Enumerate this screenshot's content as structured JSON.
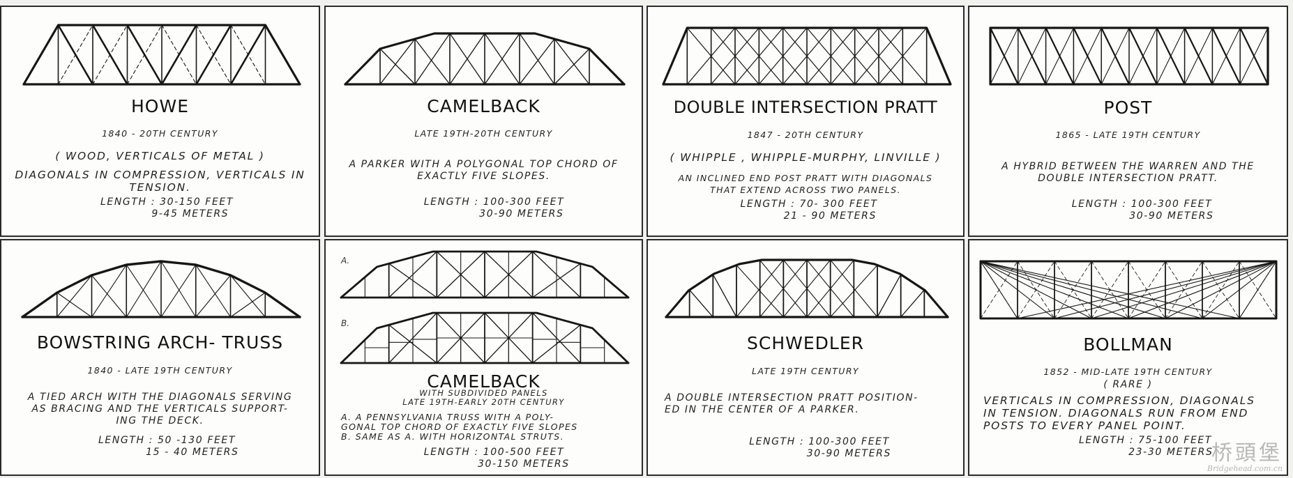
{
  "cards": {
    "howe": {
      "title": "HOWE",
      "date": "1840 - 20TH CENTURY",
      "note1": "( WOOD, VERTICALS OF METAL )",
      "desc": "DIAGONALS IN COMPRESSION, VERTICALS IN\nTENSION.",
      "length": "LENGTH : 30-150 FEET\n           9-45 METERS"
    },
    "camelback": {
      "title": "CAMELBACK",
      "date": "LATE 19TH-20TH CENTURY",
      "desc": "A PARKER WITH A POLYGONAL TOP CHORD OF\nEXACTLY FIVE SLOPES.",
      "length": "LENGTH : 100-300 FEET\n             30-90 METERS"
    },
    "dip": {
      "title": "DOUBLE INTERSECTION PRATT",
      "date": "1847 - 20TH CENTURY",
      "note1": "( WHIPPLE , WHIPPLE-MURPHY, LINVILLE )",
      "desc": "AN INCLINED END POST PRATT WITH DIAGONALS\nTHAT EXTEND ACROSS TWO PANELS.",
      "length": "LENGTH : 70- 300 FEET\n          21 - 90 METERS"
    },
    "post": {
      "title": "POST",
      "date": "1865 - LATE 19TH CENTURY",
      "desc": "A HYBRID BETWEEN THE WARREN AND THE\nDOUBLE INTERSECTION PRATT.",
      "length": "LENGTH : 100-300 FEET\n              30-90 METERS"
    },
    "bowstring": {
      "title": "BOWSTRING ARCH- TRUSS",
      "date": "1840 - LATE 19TH CENTURY",
      "desc": "A TIED ARCH WITH THE DIAGONALS SERVING\nAS BRACING AND THE VERTICALS SUPPORT-\nING THE DECK.",
      "length": "LENGTH : 50 -130 FEET\n            15 - 40 METERS"
    },
    "camelback2": {
      "label_a": "A.",
      "label_b": "B.",
      "title": "CAMELBACK",
      "sub": "WITH SUBDIVIDED PANELS\nLATE 19TH-EARLY 20TH CENTURY",
      "desc": "A. A PENNSYLVANIA TRUSS WITH A POLY-\n GONAL TOP CHORD OF EXACTLY FIVE SLOPES\nB. SAME AS A. WITH HORIZONTAL STRUTS.",
      "length": "LENGTH : 100-500 FEET\n              30-150 METERS"
    },
    "schwedler": {
      "title": "SCHWEDLER",
      "date": "LATE 19TH CENTURY",
      "desc": "A DOUBLE INTERSECTION PRATT POSITION-\nED IN THE CENTER OF A PARKER.",
      "length": "LENGTH : 100-300 FEET\n              30-90 METERS"
    },
    "bollman": {
      "title": "BOLLMAN",
      "date": "1852 - MID-LATE 19TH CENTURY",
      "note1": "( RARE )",
      "desc": "VERTICALS IN COMPRESSION, DIAGONALS\nIN TENSION. DIAGONALS RUN FROM END\nPOSTS TO EVERY PANEL POINT.",
      "length": "LENGTH : 75-100 FEET\n            23-30 METERS"
    }
  },
  "watermark": {
    "cn": "桥頭堡",
    "en": "Bridgehead.com.cn"
  }
}
